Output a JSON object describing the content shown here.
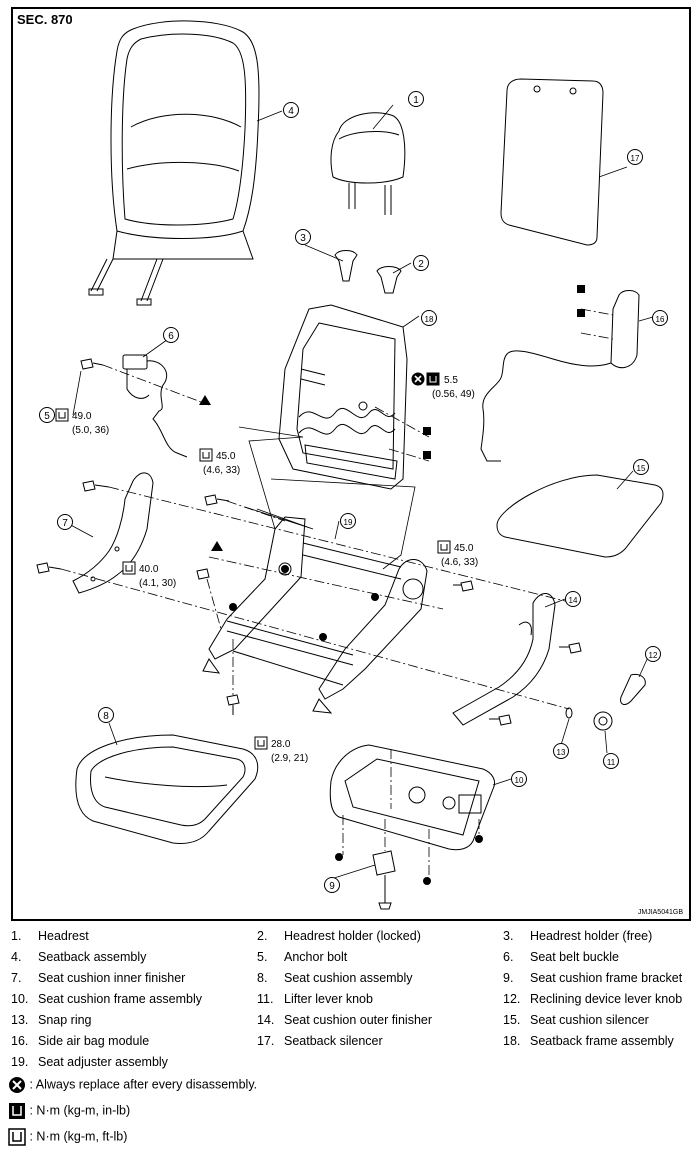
{
  "header": {
    "section": "SEC. 870"
  },
  "figure_id": "JMJIA5041GB",
  "callouts": {
    "c1": "1",
    "c2": "2",
    "c3": "3",
    "c4": "4",
    "c5": "5",
    "c6": "6",
    "c7": "7",
    "c8": "8",
    "c9": "9",
    "c10": "10",
    "c11": "11",
    "c12": "12",
    "c13": "13",
    "c14": "14",
    "c15": "15",
    "c16": "16",
    "c17": "17",
    "c18": "18",
    "c19": "19"
  },
  "torques": {
    "t1": {
      "value": "49.0",
      "sub": "(5.0, 36)"
    },
    "t2": {
      "value": "5.5",
      "sub": "(0.56, 49)"
    },
    "t3": {
      "value": "45.0",
      "sub": "(4.6, 33)"
    },
    "t4": {
      "value": "45.0",
      "sub": "(4.6, 33)"
    },
    "t5": {
      "value": "40.0",
      "sub": "(4.1, 30)"
    },
    "t6": {
      "value": "28.0",
      "sub": "(2.9, 21)"
    }
  },
  "legend": [
    {
      "num": "1.",
      "label": "Headrest"
    },
    {
      "num": "2.",
      "label": "Headrest holder (locked)"
    },
    {
      "num": "3.",
      "label": "Headrest holder (free)"
    },
    {
      "num": "4.",
      "label": "Seatback assembly"
    },
    {
      "num": "5.",
      "label": "Anchor bolt"
    },
    {
      "num": "6.",
      "label": "Seat belt buckle"
    },
    {
      "num": "7.",
      "label": "Seat cushion inner finisher"
    },
    {
      "num": "8.",
      "label": "Seat cushion assembly"
    },
    {
      "num": "9.",
      "label": "Seat cushion frame bracket"
    },
    {
      "num": "10.",
      "label": "Seat cushion frame assembly"
    },
    {
      "num": "11.",
      "label": "Lifter lever knob"
    },
    {
      "num": "12.",
      "label": "Reclining device lever knob"
    },
    {
      "num": "13.",
      "label": "Snap ring"
    },
    {
      "num": "14.",
      "label": "Seat cushion outer finisher"
    },
    {
      "num": "15.",
      "label": "Seat cushion silencer"
    },
    {
      "num": "16.",
      "label": "Side air bag module"
    },
    {
      "num": "17.",
      "label": "Seatback silencer"
    },
    {
      "num": "18.",
      "label": "Seatback frame assembly"
    },
    {
      "num": "19.",
      "label": "Seat adjuster assembly"
    }
  ],
  "symbols": [
    {
      "icon": "replace-icon",
      "text": ": Always replace after every disassembly."
    },
    {
      "icon": "torque-in-lb-icon",
      "text": ": N·m (kg-m, in-lb)"
    },
    {
      "icon": "torque-ft-lb-icon",
      "text": ": N·m (kg-m, ft-lb)"
    }
  ]
}
